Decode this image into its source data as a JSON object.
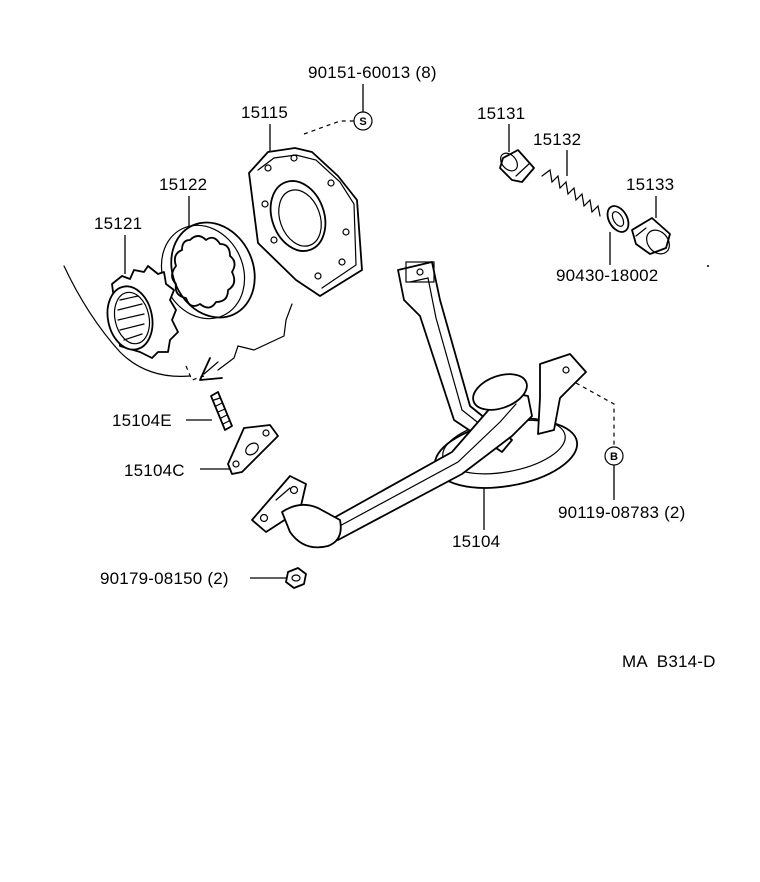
{
  "labels": {
    "bolt_s": "90151-60013 (8)",
    "pump_body": "15115",
    "relief_valve": "15131",
    "relief_spring": "15132",
    "plug": "15133",
    "plug_gasket": "90430-18002",
    "driven_rotor": "15122",
    "drive_rotor": "15121",
    "stud": "15104E",
    "strainer_gasket": "15104C",
    "strainer": "15104",
    "bolt_b": "90119-08783 (2)",
    "nut": "90179-08150 (2)",
    "diagram_code": "MA  B314-D"
  },
  "callouts": {
    "s": "S",
    "b": "B"
  }
}
